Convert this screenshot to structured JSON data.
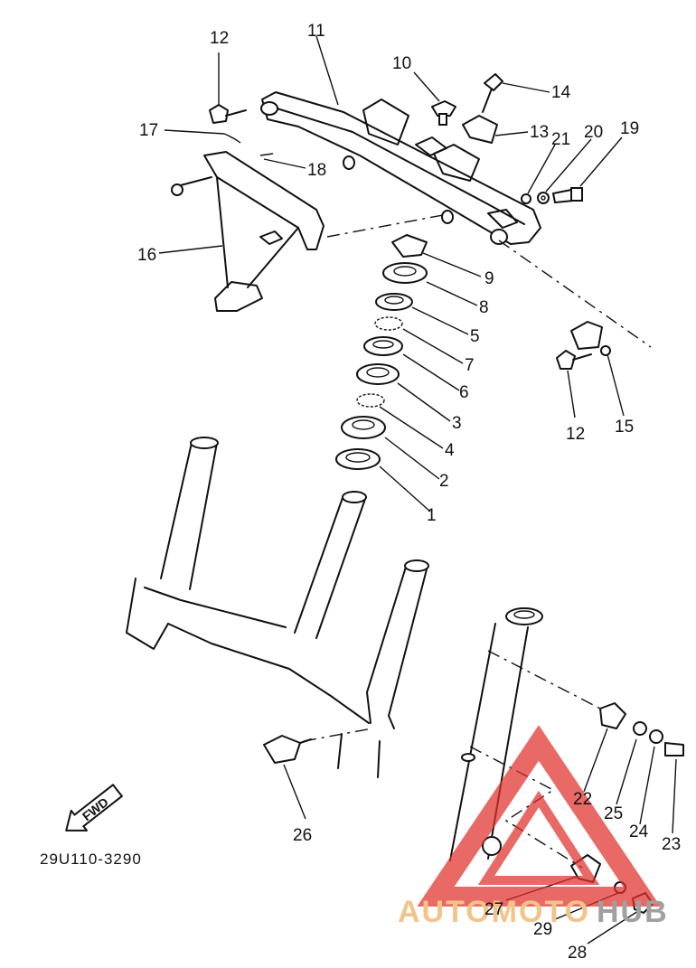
{
  "diagram": {
    "part_code": "29U110-3290",
    "direction_label": "FWD",
    "callouts": [
      "1",
      "2",
      "3",
      "4",
      "5",
      "6",
      "7",
      "8",
      "9",
      "10",
      "11",
      "12",
      "12",
      "13",
      "14",
      "15",
      "16",
      "17",
      "18",
      "19",
      "20",
      "21",
      "22",
      "23",
      "24",
      "25",
      "26",
      "27",
      "28",
      "29"
    ]
  },
  "watermark": {
    "word_a": "AUTOMOTO",
    "word_b": "HUB",
    "color_a": "#f2c48a",
    "color_b": "#a0a0a0",
    "logo_color": "#e0302a"
  }
}
